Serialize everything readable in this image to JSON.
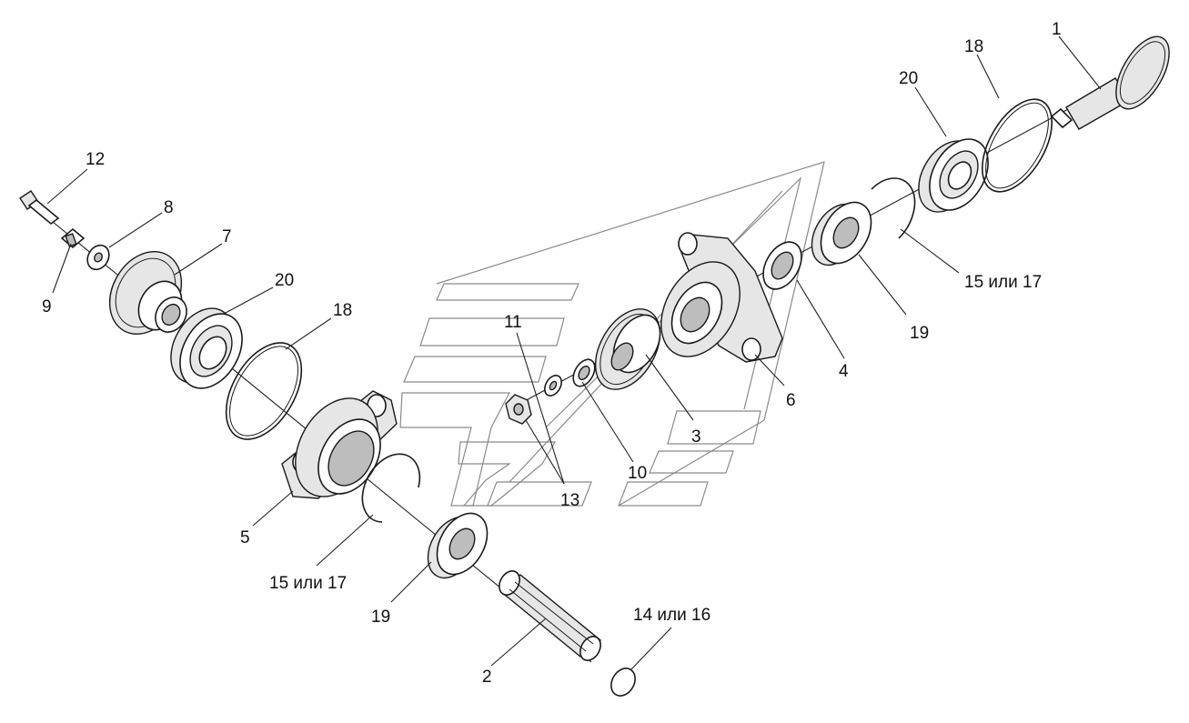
{
  "labels": {
    "1": "1",
    "2": "2",
    "3": "3",
    "4": "4",
    "5": "5",
    "6": "6",
    "7": "7",
    "8": "8",
    "9": "9",
    "10": "10",
    "11": "11",
    "12": "12",
    "13": "13",
    "18a": "18",
    "18b": "18",
    "20a": "20",
    "20b": "20",
    "19a": "19",
    "19b": "19",
    "15a": "15 или 17",
    "15b": "15 или 17",
    "14": "14 или 16"
  }
}
